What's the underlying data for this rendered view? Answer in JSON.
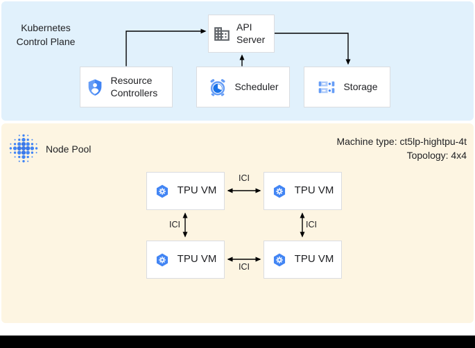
{
  "control_plane": {
    "title": "Kubernetes\nControl Plane",
    "api_server": {
      "label": "API Server"
    },
    "resource_controllers": {
      "label": "Resource Controllers"
    },
    "scheduler": {
      "label": "Scheduler"
    },
    "storage": {
      "label": "Storage"
    }
  },
  "node_pool": {
    "title": "Node Pool",
    "machine_type": "Machine type: ct5lp-hightpu-4t",
    "topology": "Topology: 4x4",
    "vms": [
      {
        "label": "TPU VM"
      },
      {
        "label": "TPU VM"
      },
      {
        "label": "TPU VM"
      },
      {
        "label": "TPU VM"
      }
    ],
    "ici": [
      "ICI",
      "ICI",
      "ICI",
      "ICI"
    ]
  },
  "colors": {
    "control_plane_bg": "#e1f1fc",
    "node_pool_bg": "#fdf5e2",
    "box_border": "#dadce0",
    "google_blue": "#4285f4",
    "light_blue": "#aecbfa",
    "medium_blue": "#669df6",
    "dark_blue": "#1a73e8",
    "icon_gray": "#5f6368",
    "arrow": "#000000"
  }
}
